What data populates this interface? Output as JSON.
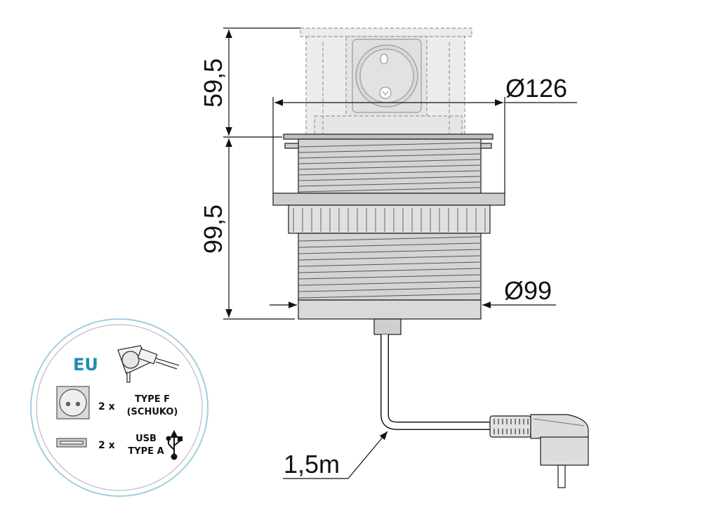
{
  "dimensions": {
    "popup_height": "59,5",
    "body_height": "99,5",
    "flange_diameter": "Ø126",
    "body_diameter": "Ø99",
    "cable_length": "1,5m"
  },
  "badge": {
    "region": "EU",
    "socket_count": "2 x",
    "socket_type_line1": "TYPE F",
    "socket_type_line2": "(SCHUKO)",
    "usb_count": "2 x",
    "usb_type_line1": "USB",
    "usb_type_line2": "TYPE A"
  },
  "colors": {
    "badge_accent": "#1f8fb0",
    "badge_ring": "#7fc3d8",
    "ghost_fill": "#e8e8e8",
    "body_fill": "#d9d9d9",
    "line": "#1a1a1a"
  }
}
